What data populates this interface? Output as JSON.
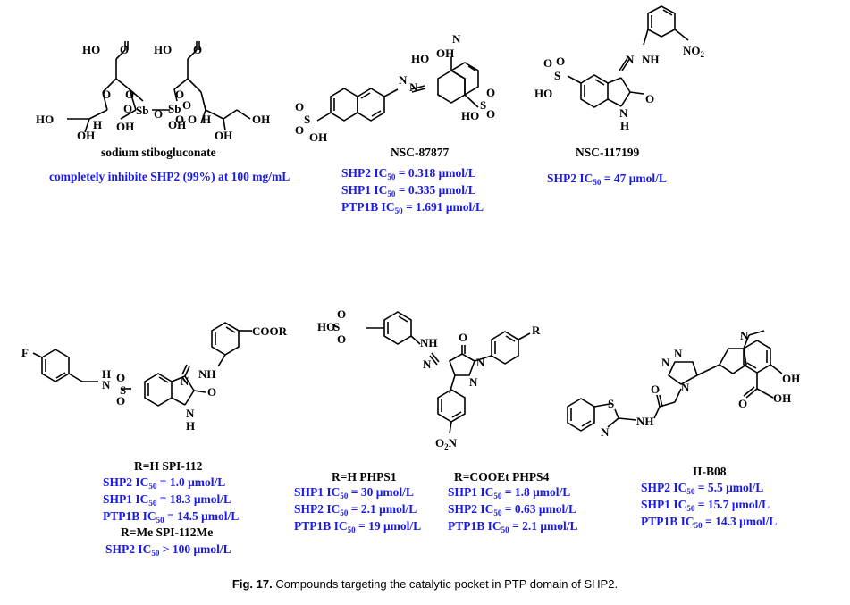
{
  "compounds": [
    {
      "id": "stibogluconate",
      "name": "sodium stibogluconate",
      "activity": [
        "completely inhibite SHP2 (99%) at 100 mg/mL"
      ]
    },
    {
      "id": "nsc87877",
      "name": "NSC-87877",
      "activity": [
        {
          "target": "SHP2",
          "sign": "=",
          "value": "0.318",
          "unit": "μmol/L"
        },
        {
          "target": "SHP1",
          "sign": "=",
          "value": "0.335",
          "unit": "μmol/L"
        },
        {
          "target": "PTP1B",
          "sign": "=",
          "value": "1.691",
          "unit": "μmol/L"
        }
      ]
    },
    {
      "id": "nsc117199",
      "name": "NSC-117199",
      "activity": [
        {
          "target": "SHP2",
          "sign": "=",
          "value": "47",
          "unit": "μmol/L"
        }
      ]
    },
    {
      "id": "spi112",
      "variant": "R=H SPI-112",
      "activity": [
        {
          "target": "SHP2",
          "sign": "=",
          "value": "1.0",
          "unit": "μmol/L"
        },
        {
          "target": "SHP1",
          "sign": "=",
          "value": "18.3",
          "unit": "μmol/L"
        },
        {
          "target": "PTP1B",
          "sign": "=",
          "value": "14.5",
          "unit": "μmol/L"
        }
      ],
      "variant2": "R=Me SPI-112Me",
      "activity2": [
        {
          "target": "SHP2",
          "sign": ">",
          "value": "100",
          "unit": "μmol/L"
        }
      ]
    },
    {
      "id": "phps1",
      "variant": "R=H PHPS1",
      "activity": [
        {
          "target": "SHP1",
          "sign": "=",
          "value": "30",
          "unit": "μmol/L"
        },
        {
          "target": "SHP2",
          "sign": "=",
          "value": "2.1",
          "unit": "μmol/L"
        },
        {
          "target": "PTP1B",
          "sign": "=",
          "value": "19",
          "unit": "μmol/L"
        }
      ]
    },
    {
      "id": "phps4",
      "variant": "R=COOEt PHPS4",
      "activity": [
        {
          "target": "SHP1",
          "sign": "=",
          "value": "1.8",
          "unit": "μmol/L"
        },
        {
          "target": "SHP2",
          "sign": "=",
          "value": "0.63",
          "unit": "μmol/L"
        },
        {
          "target": "PTP1B",
          "sign": "=",
          "value": "2.1",
          "unit": "μmol/L"
        }
      ]
    },
    {
      "id": "iib08",
      "name": "II-B08",
      "activity": [
        {
          "target": "SHP2",
          "sign": "=",
          "value": "5.5",
          "unit": "μmol/L"
        },
        {
          "target": "SHP1",
          "sign": "=",
          "value": "15.7",
          "unit": "μmol/L"
        },
        {
          "target": "PTP1B",
          "sign": "=",
          "value": "14.3",
          "unit": "μmol/L"
        }
      ]
    }
  ],
  "labels": {
    "HO": "HO",
    "OH": "OH",
    "O": "O",
    "Sb": "Sb",
    "H": "H",
    "N": "N",
    "S": "S",
    "NH": "NH",
    "NO2": "NO",
    "two": "2",
    "O2N": "O",
    "COOR": "COOR",
    "R": "R",
    "F": "F",
    "HOS": "HO",
    "Sraw": "S"
  },
  "caption": {
    "label": "Fig. 17.",
    "text": "Compounds targeting the catalytic pocket in PTP domain of SHP2."
  },
  "colors": {
    "activity": "#1a1ae6",
    "text": "#000000"
  }
}
